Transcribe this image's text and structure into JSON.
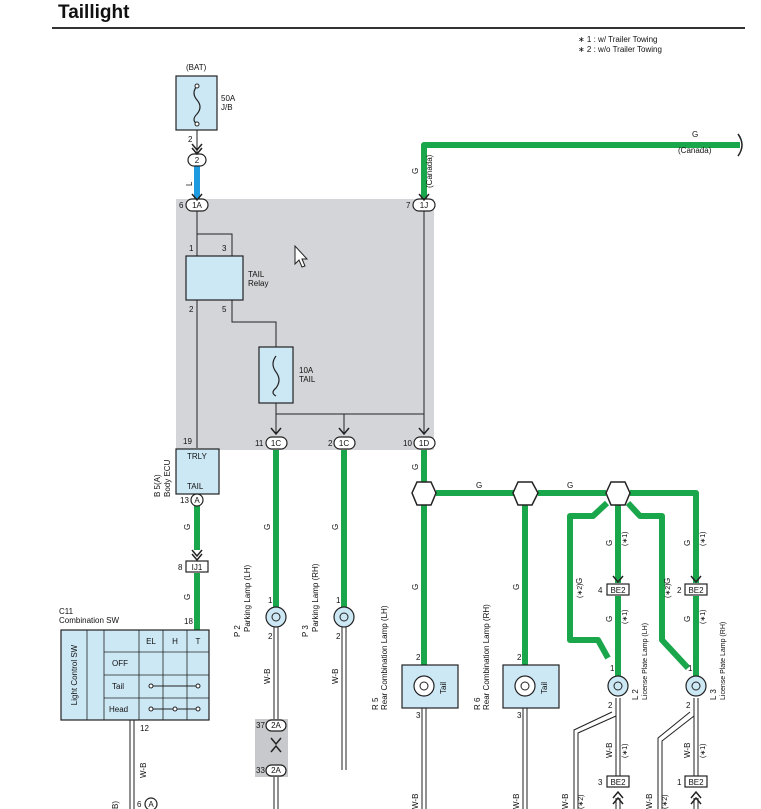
{
  "title": "Taillight",
  "legend": [
    "∗ 1 : w/ Trailer Towing",
    "∗ 2 : w/o Trailer Towing"
  ],
  "labels": {
    "bat": "(BAT)",
    "fuse_50a_rating": "50A",
    "fuse_50a_name": "J/B",
    "fuse_10a_rating": "10A",
    "fuse_10a_name": "TAIL",
    "relay_name": "TAIL",
    "relay_suffix": "Relay",
    "canada_top": "(Canada)",
    "canada_side": "(Canada)",
    "trly": "TRLY",
    "tail_ecu": "TAIL",
    "ecu_code": "B 5(A)",
    "ecu_name": "Body ECU",
    "c11_code": "C11",
    "c11_name": "Combination SW",
    "light_control_sw": "Light Control SW",
    "p2_code": "P 2",
    "p2_name": "Parking Lamp (LH)",
    "p3_code": "P 3",
    "p3_name": "Parking Lamp (RH)",
    "r5_code": "R 5",
    "r5_name": "Rear Combination Lamp (LH)",
    "r6_code": "R 6",
    "r6_name": "Rear Combination Lamp (RH)",
    "l2_code": "L 2",
    "l2_name": "License Plate Lamp (LH)",
    "l3_code": "L 3",
    "l3_name": "License Plate Lamp (RH)",
    "tail_r5": "Tail",
    "tail_r6": "Tail"
  },
  "switch_table": {
    "columns": [
      "EL",
      "H",
      "T"
    ],
    "rows": [
      "OFF",
      "Tail",
      "Head"
    ]
  },
  "wires": {
    "g": "G",
    "l": "L",
    "wb": "W-B",
    "star1": "(∗1)",
    "star2": "(∗2)"
  },
  "connectors": {
    "c2": "2",
    "c1a": "1A",
    "c1j": "1J",
    "c1c_a": "1C",
    "c1c_b": "1C",
    "c1d": "1D",
    "ij1": "IJ1",
    "be2_a": "BE2",
    "be2_b": "BE2",
    "be2_c": "BE2",
    "be2_d": "BE2",
    "c2a_a": "2A",
    "c2a_b": "2A",
    "ca_ecu": "A",
    "ca_bottom": "A"
  },
  "pins": {
    "p_fuse2": "2",
    "p6": "6",
    "p7": "7",
    "p_relay1": "1",
    "p_relay3": "3",
    "p_relay2": "2",
    "p_relay5": "5",
    "p19": "19",
    "p11": "11",
    "p_1c2": "2",
    "p10": "10",
    "p13": "13",
    "p8": "8",
    "p18": "18",
    "p12": "12",
    "p6b": "6",
    "p37": "37",
    "p33": "33",
    "p4": "4",
    "p2be": "2",
    "p3be": "3",
    "p1be": "1",
    "p_p2_1": "1",
    "p_p2_2": "2",
    "p_p3_1": "1",
    "p_p3_2": "2",
    "p_r5_2": "2",
    "p_r5_3": "3",
    "p_r6_2": "2",
    "p_r6_3": "3",
    "p_l2_1": "1",
    "p_l2_2": "2",
    "p_l3_1": "1",
    "p_l3_2": "2",
    "p_bottom_b": "B)"
  },
  "colors": {
    "wire_green": "#1aa64a",
    "wire_blue": "#1e9be0",
    "relay_block": "#d4d5d8",
    "component_fill": "#cde8f5",
    "line_dark": "#222222"
  }
}
